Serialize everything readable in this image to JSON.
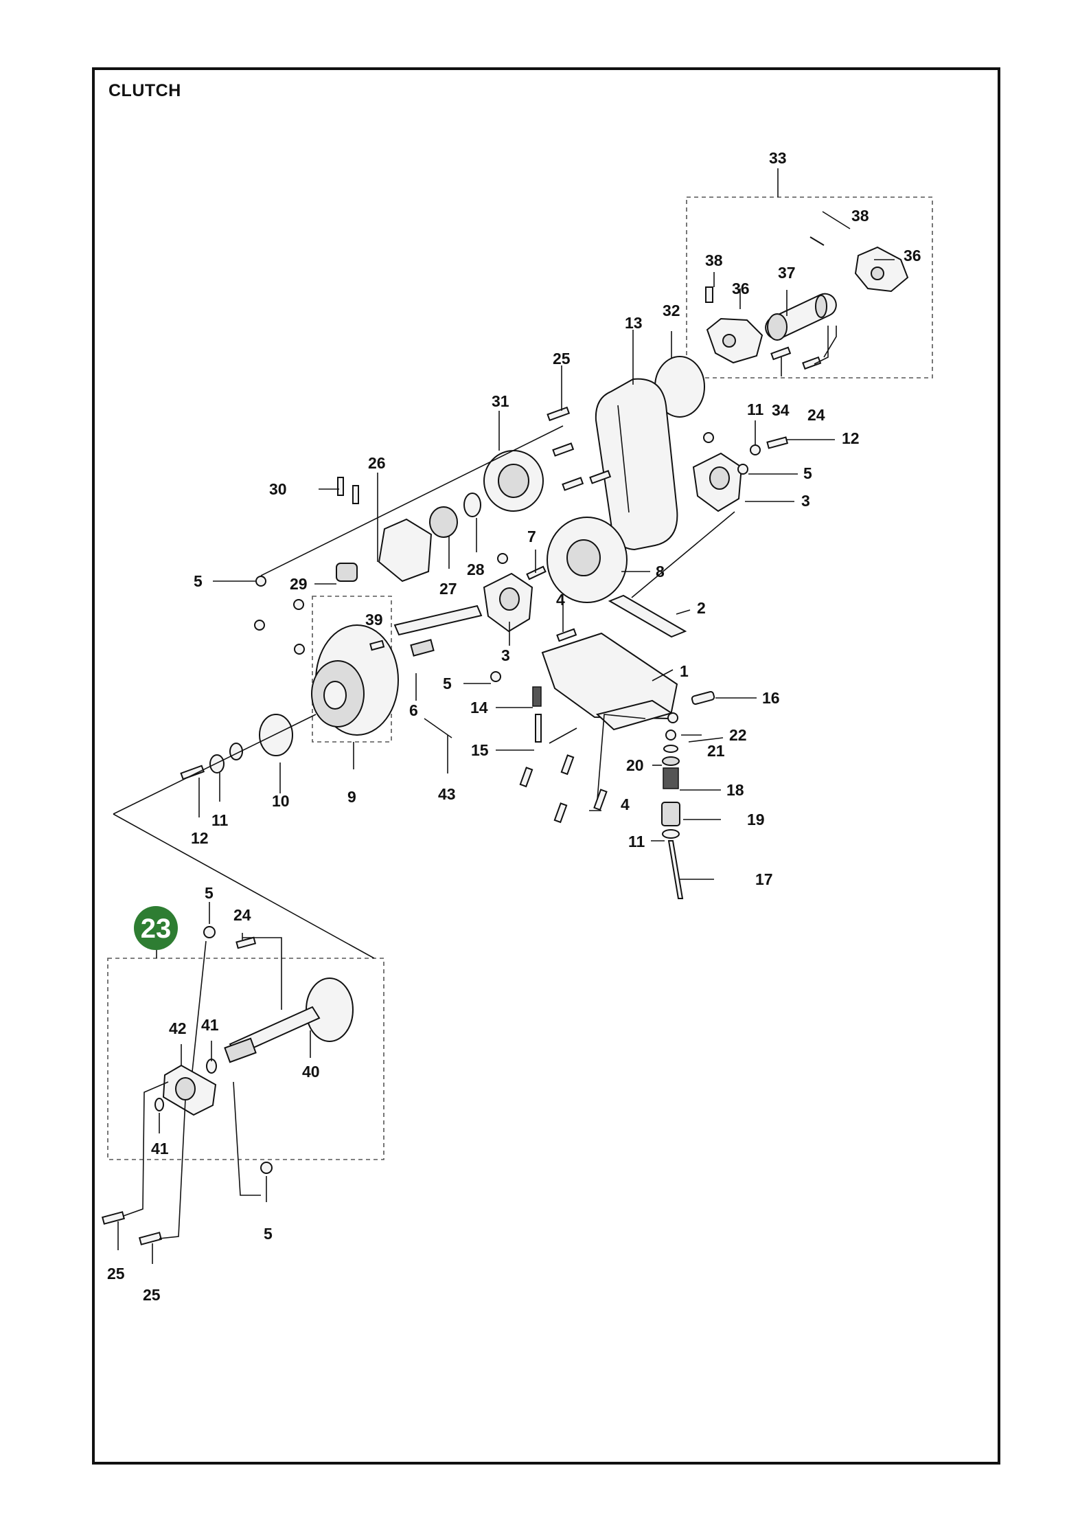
{
  "page": {
    "title": "CLUTCH"
  },
  "badge": {
    "number": "23",
    "color": "#2e7d32"
  },
  "callouts": {
    "c33": "33",
    "c38a": "38",
    "c36a": "36",
    "c38b": "38",
    "c37": "37",
    "c36b": "36",
    "c32": "32",
    "c13": "13",
    "c25a": "25",
    "c31": "31",
    "c11a": "11",
    "c34": "34",
    "c24a": "24",
    "c12a": "12",
    "c5a": "5",
    "c3a": "3",
    "c26": "26",
    "c30": "30",
    "c5b": "5",
    "c29": "29",
    "c27": "27",
    "c28": "28",
    "c7": "7",
    "c8": "8",
    "c2": "2",
    "c39": "39",
    "c4a": "4",
    "c3b": "3",
    "c1": "1",
    "c5c": "5",
    "c6": "6",
    "c14": "14",
    "c16": "16",
    "c22": "22",
    "c15": "15",
    "c21": "21",
    "c20": "20",
    "c18": "18",
    "c43": "43",
    "c9": "9",
    "c10": "10",
    "c11b": "11",
    "c12b": "12",
    "c4b": "4",
    "c19": "19",
    "c11c": "11",
    "c17": "17",
    "c5d": "5",
    "c24b": "24",
    "c42": "42",
    "c41a": "41",
    "c40": "40",
    "c41b": "41",
    "c5e": "5",
    "c25b": "25",
    "c25c": "25"
  }
}
